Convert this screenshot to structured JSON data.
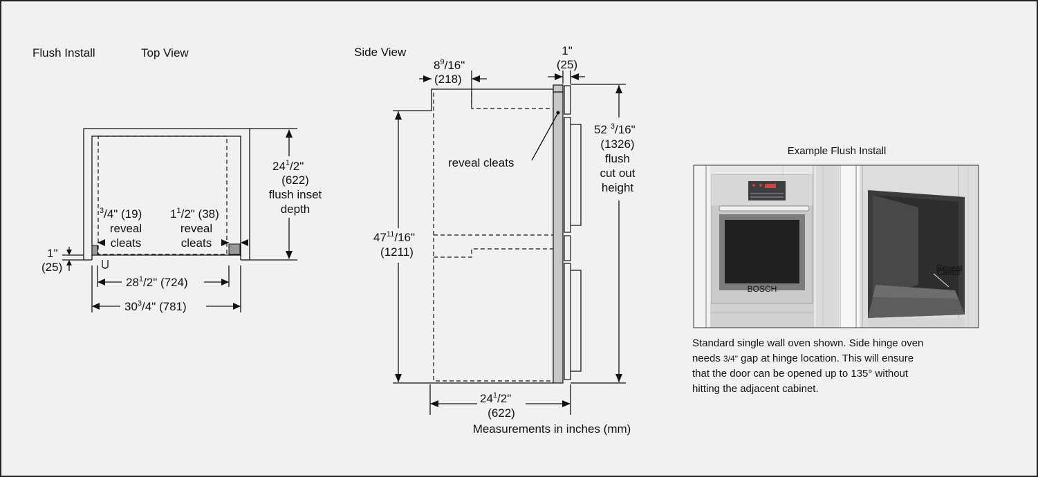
{
  "top_view": {
    "label_flush_install": "Flush Install",
    "label_top_view": "Top View",
    "depth": {
      "whole": "24",
      "sup": "1",
      "sub": "/2\"",
      "mm": "(622)",
      "line3": "flush inset",
      "line4": "depth"
    },
    "left_cleat": {
      "sup": "3",
      "rest": "/4\" (19)",
      "line2": "reveal",
      "line3": "cleats"
    },
    "right_cleat": {
      "whole": "1",
      "sup": "1",
      "rest": "/2\" (38)",
      "line2": "reveal",
      "line3": "cleats"
    },
    "offset": {
      "value": "1\"",
      "mm": "(25)"
    },
    "inner_width": {
      "whole": "28",
      "sup": "1",
      "rest": "/2\" (724)"
    },
    "outer_width": {
      "whole": "30",
      "sup": "3",
      "rest": "/4\" (781)"
    }
  },
  "side_view": {
    "label": "Side View",
    "top_depth": {
      "whole": "8",
      "sup": "9",
      "sub": "/16\"",
      "mm": "(218)"
    },
    "door": {
      "value": "1\"",
      "mm": "(25)"
    },
    "reveal_cleats": "reveal cleats",
    "height": {
      "whole": "52",
      "sup": "3",
      "sub": "/16\"",
      "mm": "(1326)",
      "line3": "flush",
      "line4": "cut out",
      "line5": "height"
    },
    "body_height": {
      "whole": "47",
      "sup": "11",
      "sub": "/16\"",
      "mm": "(1211)"
    },
    "bottom_depth": {
      "whole": "24",
      "sup": "1",
      "sub": "/2\"",
      "mm": "(622)"
    },
    "units_note": "Measurements in inches (mm)"
  },
  "example": {
    "title": "Example Flush Install",
    "photo_brand": "BOSCH",
    "photo_tag_1": "Reveal",
    "photo_tag_2": "Cleats",
    "caption_1": "Standard single wall oven shown. Side hinge oven",
    "caption_2_pre": "needs ",
    "caption_2_frac": "3/4\"",
    "caption_2_post": " gap at hinge location. This will ensure",
    "caption_3": "that the door can be opened up to 135° without",
    "caption_4": "hitting the adjacent cabinet."
  }
}
